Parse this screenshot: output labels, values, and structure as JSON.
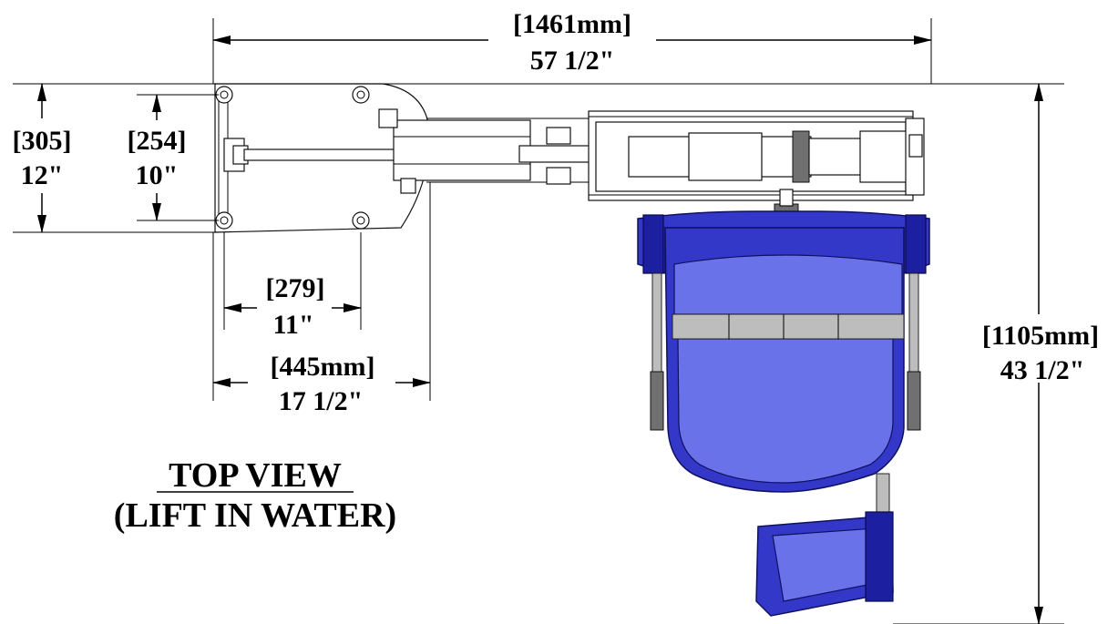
{
  "dimensions": {
    "overall_width": {
      "metric": "[1461mm]",
      "imperial": "57 1/2\""
    },
    "base_plate_width": {
      "metric": "[305]",
      "imperial": "12\""
    },
    "bolt_spacing_width": {
      "metric": "[254]",
      "imperial": "10\""
    },
    "bolt_spacing_length": {
      "metric": "[279]",
      "imperial": "11\""
    },
    "base_length": {
      "metric": "[445mm]",
      "imperial": "17 1/2\""
    },
    "overall_depth": {
      "metric": "[1105mm]",
      "imperial": "43 1/2\""
    }
  },
  "view_title": {
    "line1": "TOP VIEW",
    "line2": "(LIFT IN WATER)"
  },
  "colors": {
    "seat_blue": "#3338c8",
    "frame_grey": "#bdbdbd",
    "line": "#000000"
  }
}
